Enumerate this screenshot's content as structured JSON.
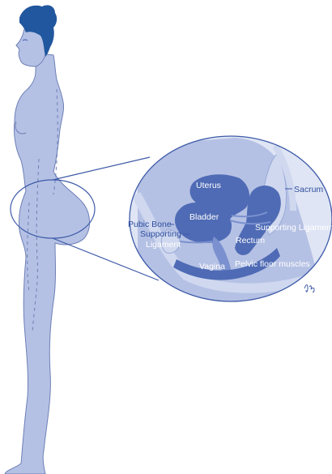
{
  "colors": {
    "background": "#ffffff",
    "body_fill": "#b5c1e4",
    "body_outline": "#6d7fb6",
    "hair": "#21579e",
    "organ_dark": "#4f6bb5",
    "organ_mid": "#7b91cf",
    "organ_light": "#cfd8ef",
    "line": "#3d5aa8",
    "label_text": "#ffffff"
  },
  "labels": {
    "uterus": "Uterus",
    "sacrum": "Sacrum",
    "bladder": "Bladder",
    "pubic_bone": "Pubic Bone",
    "supporting_ligaments": "Supporting Ligaments",
    "supporting_ligament_line1": "Supporting",
    "supporting_ligament_line2": "Ligament",
    "rectum": "Rectum",
    "pelvic_floor_muscles": "Pelvic floor muscles",
    "vagina": "Vagina"
  },
  "signature": "Gigi"
}
